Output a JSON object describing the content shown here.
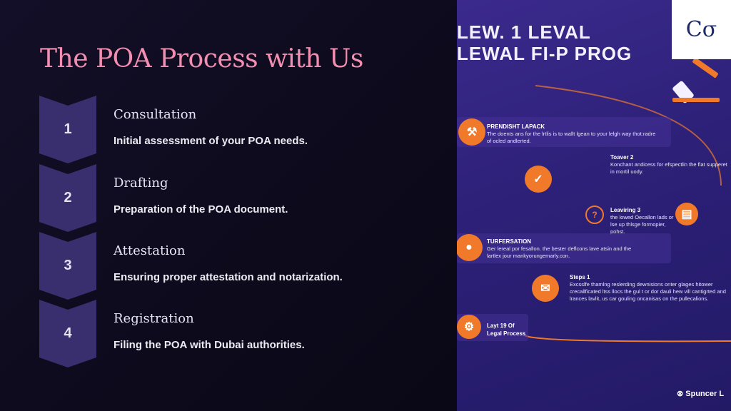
{
  "slide": {
    "title": "The POA Process with Us",
    "steps": [
      {
        "number": "1",
        "title": "Consultation",
        "description": "Initial assessment of your POA needs."
      },
      {
        "number": "2",
        "title": "Drafting",
        "description": "Preparation of the POA document."
      },
      {
        "number": "3",
        "title": "Attestation",
        "description": "Ensuring proper attestation and notarization."
      },
      {
        "number": "4",
        "title": "Registration",
        "description": "Filing the POA with Dubai authorities."
      }
    ]
  },
  "infographic": {
    "header_line1": "LEW. 1 LEVAL",
    "header_line2": "LEWAL FI-P PROG",
    "items": [
      {
        "title": "PRENDISHT LAPACK",
        "text": "The doents ans for the lrtlis is to wallt lgean to your lelgh way thot:radre of ocled andlerted."
      },
      {
        "title": "Toaver 2",
        "text": "Konchant andicess for efspectlin the flat supperet in mortil uody."
      },
      {
        "title": "Leaviring 3",
        "text": "the lowed Oecallon lads or lse up thlsge formopier, pohst."
      },
      {
        "title": "TURFERSATION",
        "text": "Ger lereal por fesallon. the bester deflcons lave atsin and the lartlex jour mankyorungemarly.con."
      },
      {
        "title": "Steps 1",
        "text": "Excsslfe thamlng reslerding dewnisions onter glages hitower crecallficated ltss llocs the gul t or dor dauli hew vill cantigrted and lrances lavlit, us car gouling oncanisas on the pullecalions."
      },
      {
        "title": "Layt 19 Of Legal Process",
        "text": ""
      }
    ],
    "logo_text": "Cσ",
    "footer": "Spuncer L"
  },
  "colors": {
    "title_pink": "#f28fb0",
    "accent_orange": "#f07a2a",
    "chevron": "#3a2f6e"
  }
}
